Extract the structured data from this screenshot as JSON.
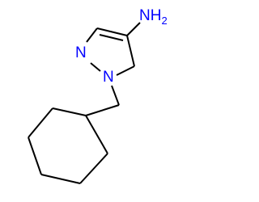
{
  "molecule": {
    "atoms": {
      "amine": "NH",
      "amine_subscript": "2",
      "n2": "N",
      "n1": "N"
    },
    "colors": {
      "heteroatom": "#0000ff",
      "carbon_bond": "#000000",
      "background": "#ffffff"
    }
  }
}
